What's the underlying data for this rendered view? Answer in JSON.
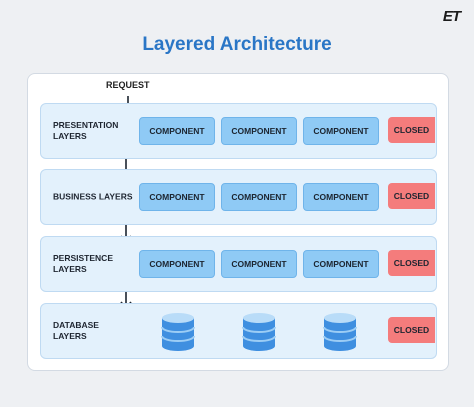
{
  "brand": {
    "logo_text": "ET"
  },
  "title": "Layered Architecture",
  "request_label": "REQUEST",
  "colors": {
    "title": "#2a76c6",
    "layer_bg": "#e3f1fc",
    "component": "#8fcaf5",
    "closed": "#f47c7c",
    "db_top": "#b9dcf8",
    "db_body": "#3f8fe0"
  },
  "layers": [
    {
      "label": "PRESENTATION LAYERS",
      "components": [
        "COMPONENT",
        "COMPONENT",
        "COMPONENT"
      ],
      "status": "CLOSED"
    },
    {
      "label": "BUSINESS LAYERS",
      "components": [
        "COMPONENT",
        "COMPONENT",
        "COMPONENT"
      ],
      "status": "CLOSED"
    },
    {
      "label": "PERSISTENCE LAYERS",
      "components": [
        "COMPONENT",
        "COMPONENT",
        "COMPONENT"
      ],
      "status": "CLOSED"
    },
    {
      "label": "DATABASE LAYERS",
      "databases": [
        "database-icon",
        "database-icon",
        "database-icon"
      ],
      "status": "CLOSED"
    }
  ]
}
